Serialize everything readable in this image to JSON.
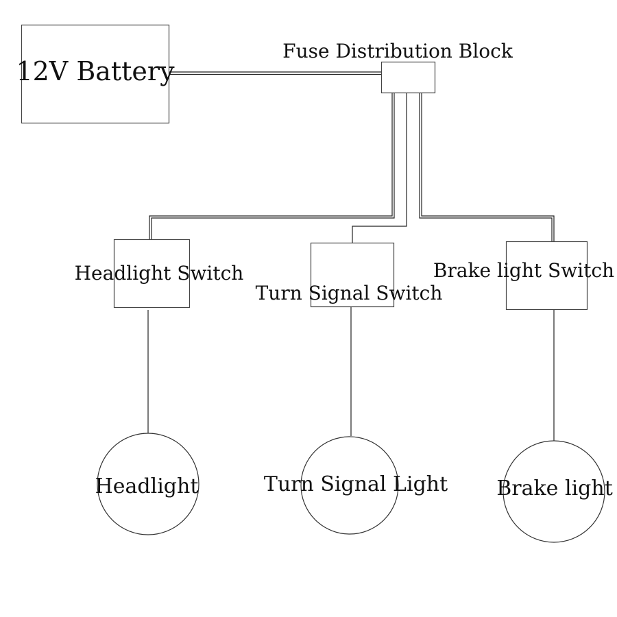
{
  "diagram": {
    "battery": {
      "label": "12V Battery"
    },
    "fuse_block": {
      "label": "Fuse Distribution Block"
    },
    "switches": [
      {
        "label": "Headlight Switch"
      },
      {
        "label": "Turn Signal Switch"
      },
      {
        "label": "Brake light Switch"
      }
    ],
    "lights": [
      {
        "label": "Headlight"
      },
      {
        "label": "Turn Signal Light"
      },
      {
        "label": "Brake light"
      }
    ]
  }
}
